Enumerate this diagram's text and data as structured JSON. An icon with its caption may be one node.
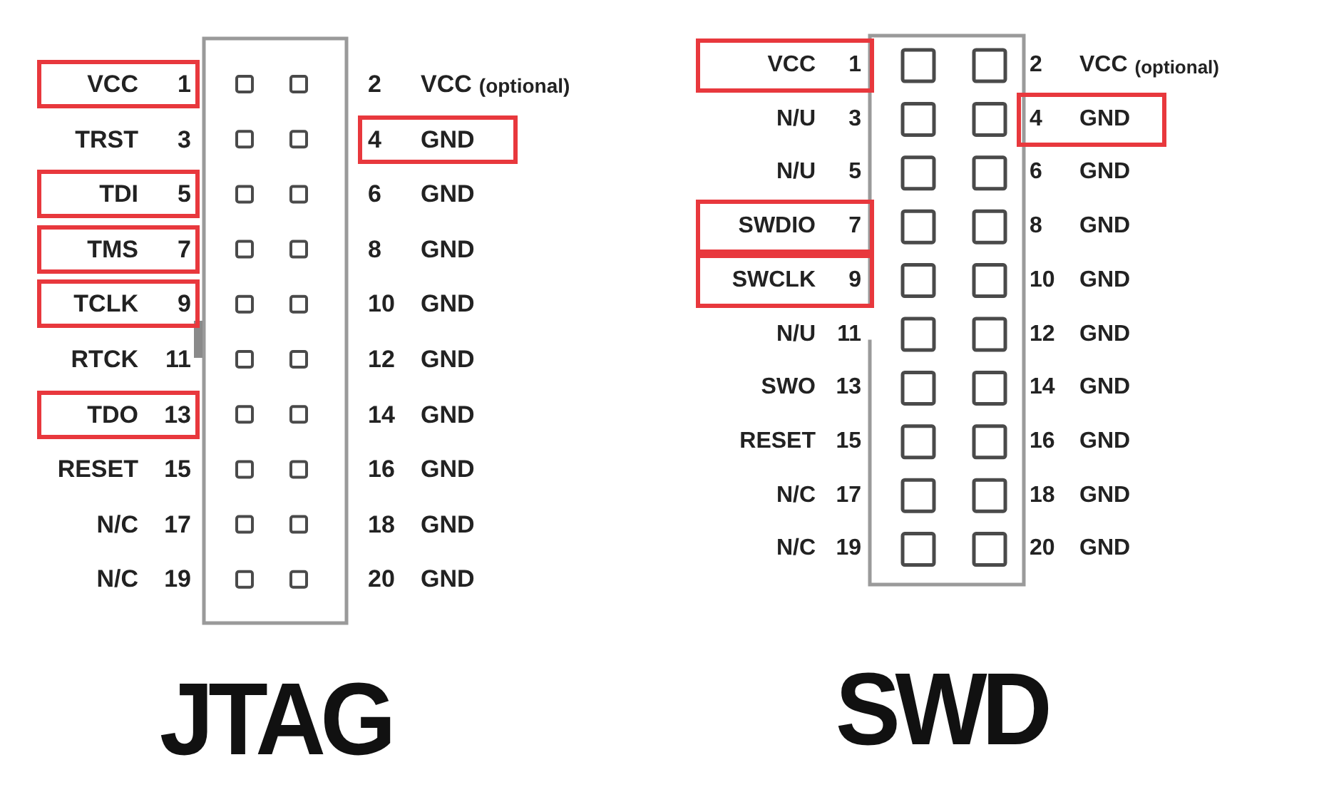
{
  "diagram": {
    "nodes": [
      {
        "text": [
          "VCC",
          "1"
        ]
      },
      {
        "text": [
          "4",
          "GND"
        ]
      },
      {
        "text": [
          "TDI",
          "5"
        ]
      },
      {
        "text": [
          "TMS",
          "7"
        ]
      },
      {
        "text": [
          "TCLK",
          "9"
        ]
      },
      {
        "text": [
          "TDO",
          "13"
        ]
      },
      {
        "text": [
          "VCC",
          "1"
        ]
      },
      {
        "text": [
          "4",
          "GND"
        ]
      },
      {
        "text": [
          "SWDIO",
          "7"
        ]
      },
      {
        "text": [
          "SWCLK",
          "9"
        ]
      }
    ],
    "labels": [
      "2",
      "VCC",
      "(optional)",
      "TRST",
      "3",
      "6",
      "GND",
      "8",
      "GND",
      "10",
      "GND",
      "RTCK",
      "11",
      "12",
      "GND",
      "14",
      "GND",
      "RESET",
      "15",
      "16",
      "GND",
      "N/C",
      "17",
      "18",
      "GND",
      "N/C",
      "19",
      "20",
      "GND",
      "JTAG",
      "2",
      "VCC",
      "(optional)",
      "N/U",
      "3",
      "N/U",
      "5",
      "6",
      "GND",
      "8",
      "GND",
      "10",
      "GND",
      "N/U",
      "11",
      "12",
      "GND",
      "SWO",
      "13",
      "14",
      "GND",
      "RESET",
      "15",
      "16",
      "GND",
      "N/C",
      "17",
      "18",
      "GND",
      "N/C",
      "19",
      "20",
      "GND",
      "SWD"
    ]
  }
}
